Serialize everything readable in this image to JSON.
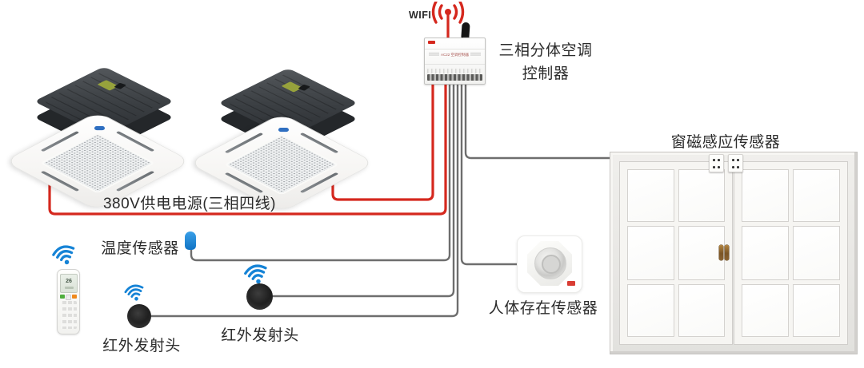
{
  "colors": {
    "wire-red": "#d5281e",
    "wire-gray": "#6e6e6e",
    "wifi-blue": "#1583d6",
    "text": "#2b2b2b"
  },
  "labels": {
    "wifi": "WIFI",
    "controller_line1": "三相分体空调",
    "controller_line2": "控制器",
    "power": "380V供电电源(三相四线)",
    "temperature": "温度传感器",
    "ir_left": "红外发射头",
    "ir_mid": "红外发射头",
    "presence": "人体存在传感器",
    "window": "窗磁感应传感器"
  },
  "controller": {
    "faceplate": "AC22 空调控制器"
  },
  "remote": {
    "display_value": "26"
  }
}
